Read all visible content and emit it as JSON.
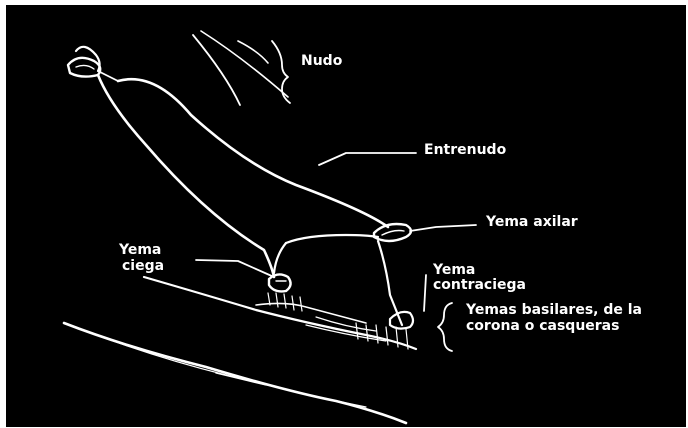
{
  "colors": {
    "background": "#000000",
    "drawing": "#ffffff"
  },
  "labels": {
    "nudo": "Nudo",
    "entrenudo": "Entrenudo",
    "yema_axilar": "Yema axilar",
    "yema_ciega": [
      "Yema",
      "ciega"
    ],
    "yema_contraciega": [
      "Yema",
      "contraciega"
    ],
    "yemas_basilares": [
      "Yemas basilares, de la",
      "corona o casqueras"
    ]
  }
}
